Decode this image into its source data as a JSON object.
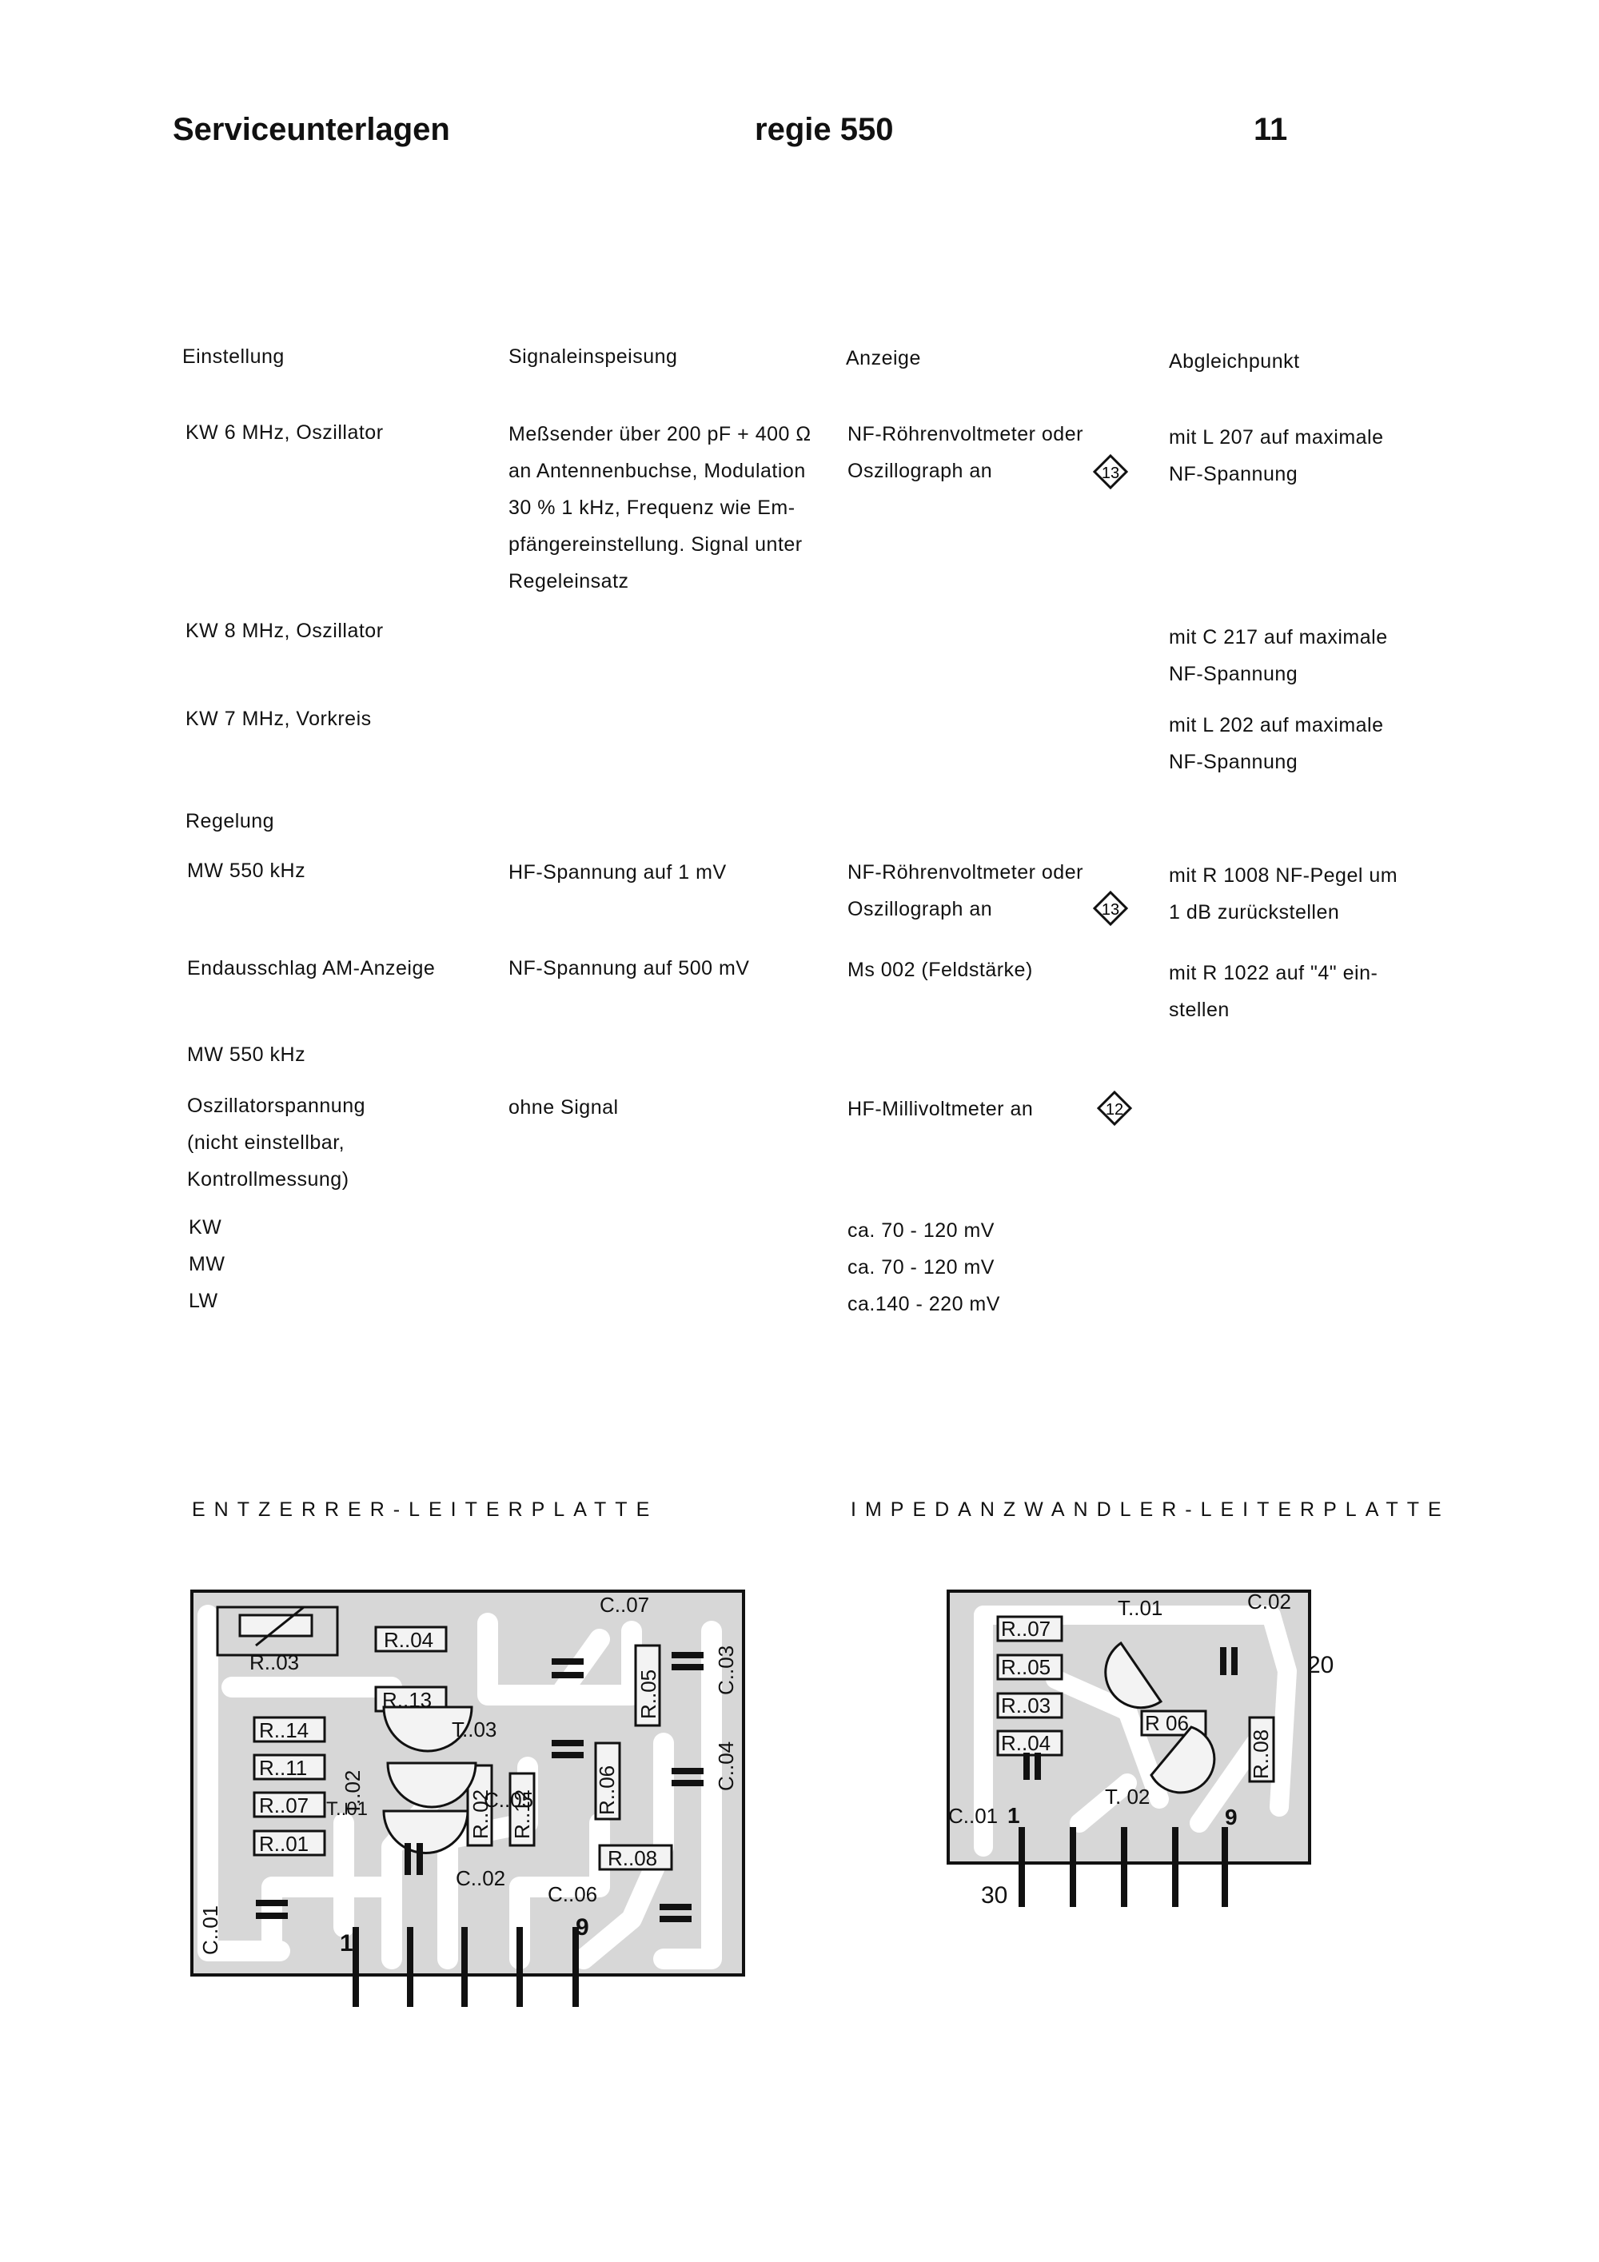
{
  "header": {
    "left": "Serviceunterlagen",
    "center": "regie 550",
    "page": "11"
  },
  "columns": {
    "c1": "Einstellung",
    "c2": "Signaleinspeisung",
    "c3": "Anzeige",
    "c4": "Abgleichpunkt"
  },
  "rows": [
    {
      "c1": "KW 6 MHz, Oszillator",
      "c2": "Meßsender über 200 pF + 400 Ω\nan Antennenbuchse, Modulation\n30 % 1 kHz, Frequenz wie Em-\npfängereinstellung. Signal unter\nRegeleinsatz",
      "c3": "NF-Röhrenvoltmeter oder\nOszillograph an",
      "c4": "mit L 207 auf maximale\nNF-Spannung",
      "marker": "13"
    },
    {
      "c1": "KW 8 MHz, Oszillator",
      "c4": "mit C 217 auf maximale\nNF-Spannung"
    },
    {
      "c1": "KW 7 MHz, Vorkreis",
      "c4": "mit L 202 auf maximale\nNF-Spannung"
    },
    {
      "c1": "Regelung"
    },
    {
      "c1": "MW 550 kHz",
      "c2": "HF-Spannung auf 1 mV",
      "c3": "NF-Röhrenvoltmeter oder\nOszillograph an",
      "c4": "mit R 1008 NF-Pegel um\n1 dB zurückstellen",
      "marker": "13"
    },
    {
      "c1": "Endausschlag AM-Anzeige",
      "c2": "NF-Spannung auf 500 mV",
      "c3": "Ms 002 (Feldstärke)",
      "c4": "mit R 1022 auf \"4\" ein-\nstellen"
    },
    {
      "c1": "MW 550 kHz"
    },
    {
      "c1": "Oszillatorspannung\n(nicht einstellbar,\nKontrollmessung)",
      "c2": "ohne Signal",
      "c3": "HF-Millivoltmeter an",
      "marker": "12"
    },
    {
      "c1": "KW\nMW\nLW",
      "c3": "ca. 70 - 120 mV\nca. 70 - 120 mV\nca.140 - 220 mV"
    }
  ],
  "diagrams": {
    "left": {
      "caption": "ENTZERRER-LEITERPLATTE",
      "labels": [
        "R..03",
        "R..04",
        "R..13",
        "R..14",
        "R..11",
        "R..07",
        "R..01",
        "T..02",
        "T..03",
        "T..01",
        "R..02",
        "R..12",
        "C..05",
        "R..06",
        "R..05",
        "C..07",
        "C..03",
        "C..04",
        "R..08",
        "C..02",
        "C..06",
        "C..01",
        "1",
        "9"
      ]
    },
    "right": {
      "caption": "IMPEDANZWANDLER-LEITERPLATTE",
      "labels": [
        "R..07",
        "R..05",
        "R..03",
        "R..04",
        "T..01",
        "C..02",
        "R 06",
        "R..08",
        "T. 02",
        "C..01",
        "1",
        "9",
        "20",
        "30"
      ]
    }
  }
}
